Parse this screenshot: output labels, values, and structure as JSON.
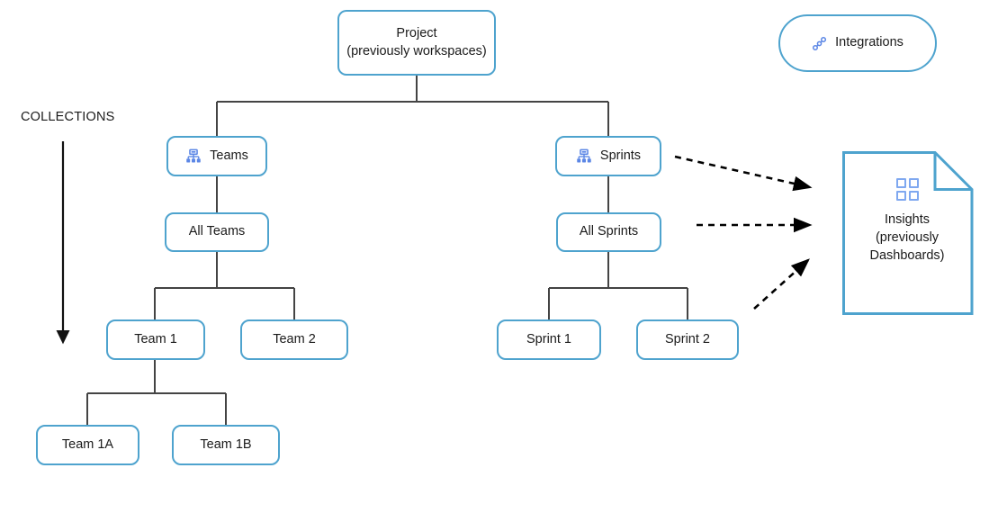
{
  "diagram": {
    "title_text_blocks": {
      "collections_label": "COLLECTIONS"
    },
    "nodes": {
      "project": {
        "label": "Project\n(previously workspaces)",
        "icon": "none"
      },
      "integrations": {
        "label": "Integrations",
        "icon": "integrations-plug-icon"
      },
      "teams": {
        "label": "Teams",
        "icon": "sitemap-icon"
      },
      "sprints": {
        "label": "Sprints",
        "icon": "sitemap-icon"
      },
      "all_teams": {
        "label": "All Teams"
      },
      "all_sprints": {
        "label": "All Sprints"
      },
      "team_1": {
        "label": "Team 1"
      },
      "team_2": {
        "label": "Team 2"
      },
      "sprint_1": {
        "label": "Sprint 1"
      },
      "sprint_2": {
        "label": "Sprint 2"
      },
      "team_1a": {
        "label": "Team 1A"
      },
      "team_1b": {
        "label": "Team 1B"
      },
      "insights": {
        "label": "Insights\n(previously\nDashboards)",
        "icon": "dashboard-grid-icon"
      }
    },
    "colors": {
      "node_border": "#4EA3CE",
      "connector_line": "#444444",
      "arrow_dashed": "#000000",
      "icon_blue": "#5B86E5",
      "icon_grid_blue": "#7FA8F0",
      "text": "#1a1a1a",
      "background": "#ffffff"
    }
  }
}
